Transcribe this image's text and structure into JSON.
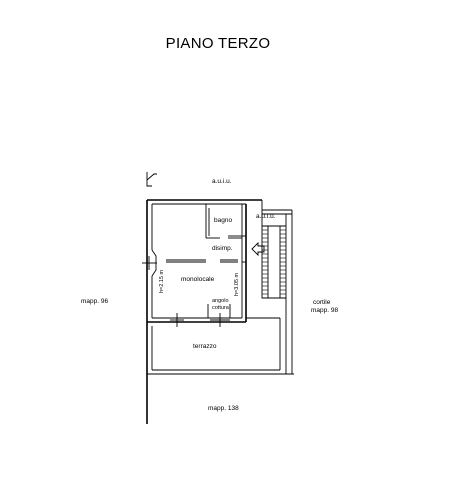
{
  "title": "PIANO TERZO",
  "labels": {
    "auiu_top": "a.u.i.u.",
    "auiu_right": "a.u.i.u.",
    "bagno": "bagno",
    "disimp": "disimp.",
    "monolocale": "monolocale",
    "h_left": "h=2.15 m",
    "h_right": "h=3.05 m",
    "angolo": "angolo",
    "cottura": "cottura",
    "terrazzo": "terrazzo",
    "mapp96": "mapp. 96",
    "cortile": "cortile",
    "mapp98": "mapp. 98",
    "mapp138": "mapp. 138"
  }
}
